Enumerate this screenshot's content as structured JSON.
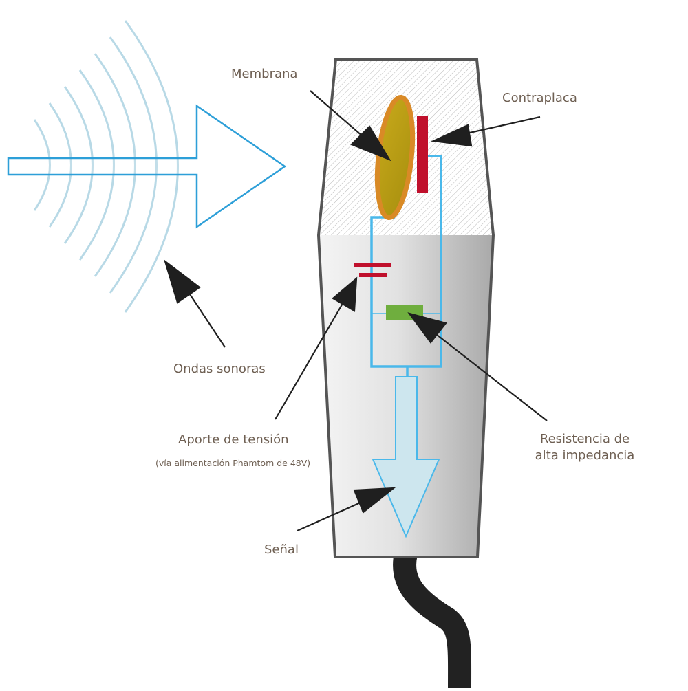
{
  "labels": {
    "membrane": "Membrana",
    "backplate": "Contraplaca",
    "sound_waves": "Ondas sonoras",
    "voltage_supply": "Aporte de tensión",
    "voltage_supply_note": "(vía alimentación Phamtom de 48V)",
    "resistor_line1": "Resistencia de",
    "resistor_line2": "alta impedancia",
    "signal": "Señal"
  },
  "colors": {
    "label_text": "#6e5f52",
    "body_outline": "#555555",
    "wire": "#4ab8ea",
    "sound_arrow_outline": "#2d9fd8",
    "sound_waves": "#b8d9e6",
    "membrane_fill": "#c9a21a",
    "membrane_edge": "#d98a26",
    "backplate": "#c0102c",
    "capacitor": "#c0102c",
    "resistor": "#6fae3e",
    "signal_arrow_fill": "#cde6ee",
    "cable": "#222222",
    "pointer_arrows": "#1f1f1f"
  }
}
